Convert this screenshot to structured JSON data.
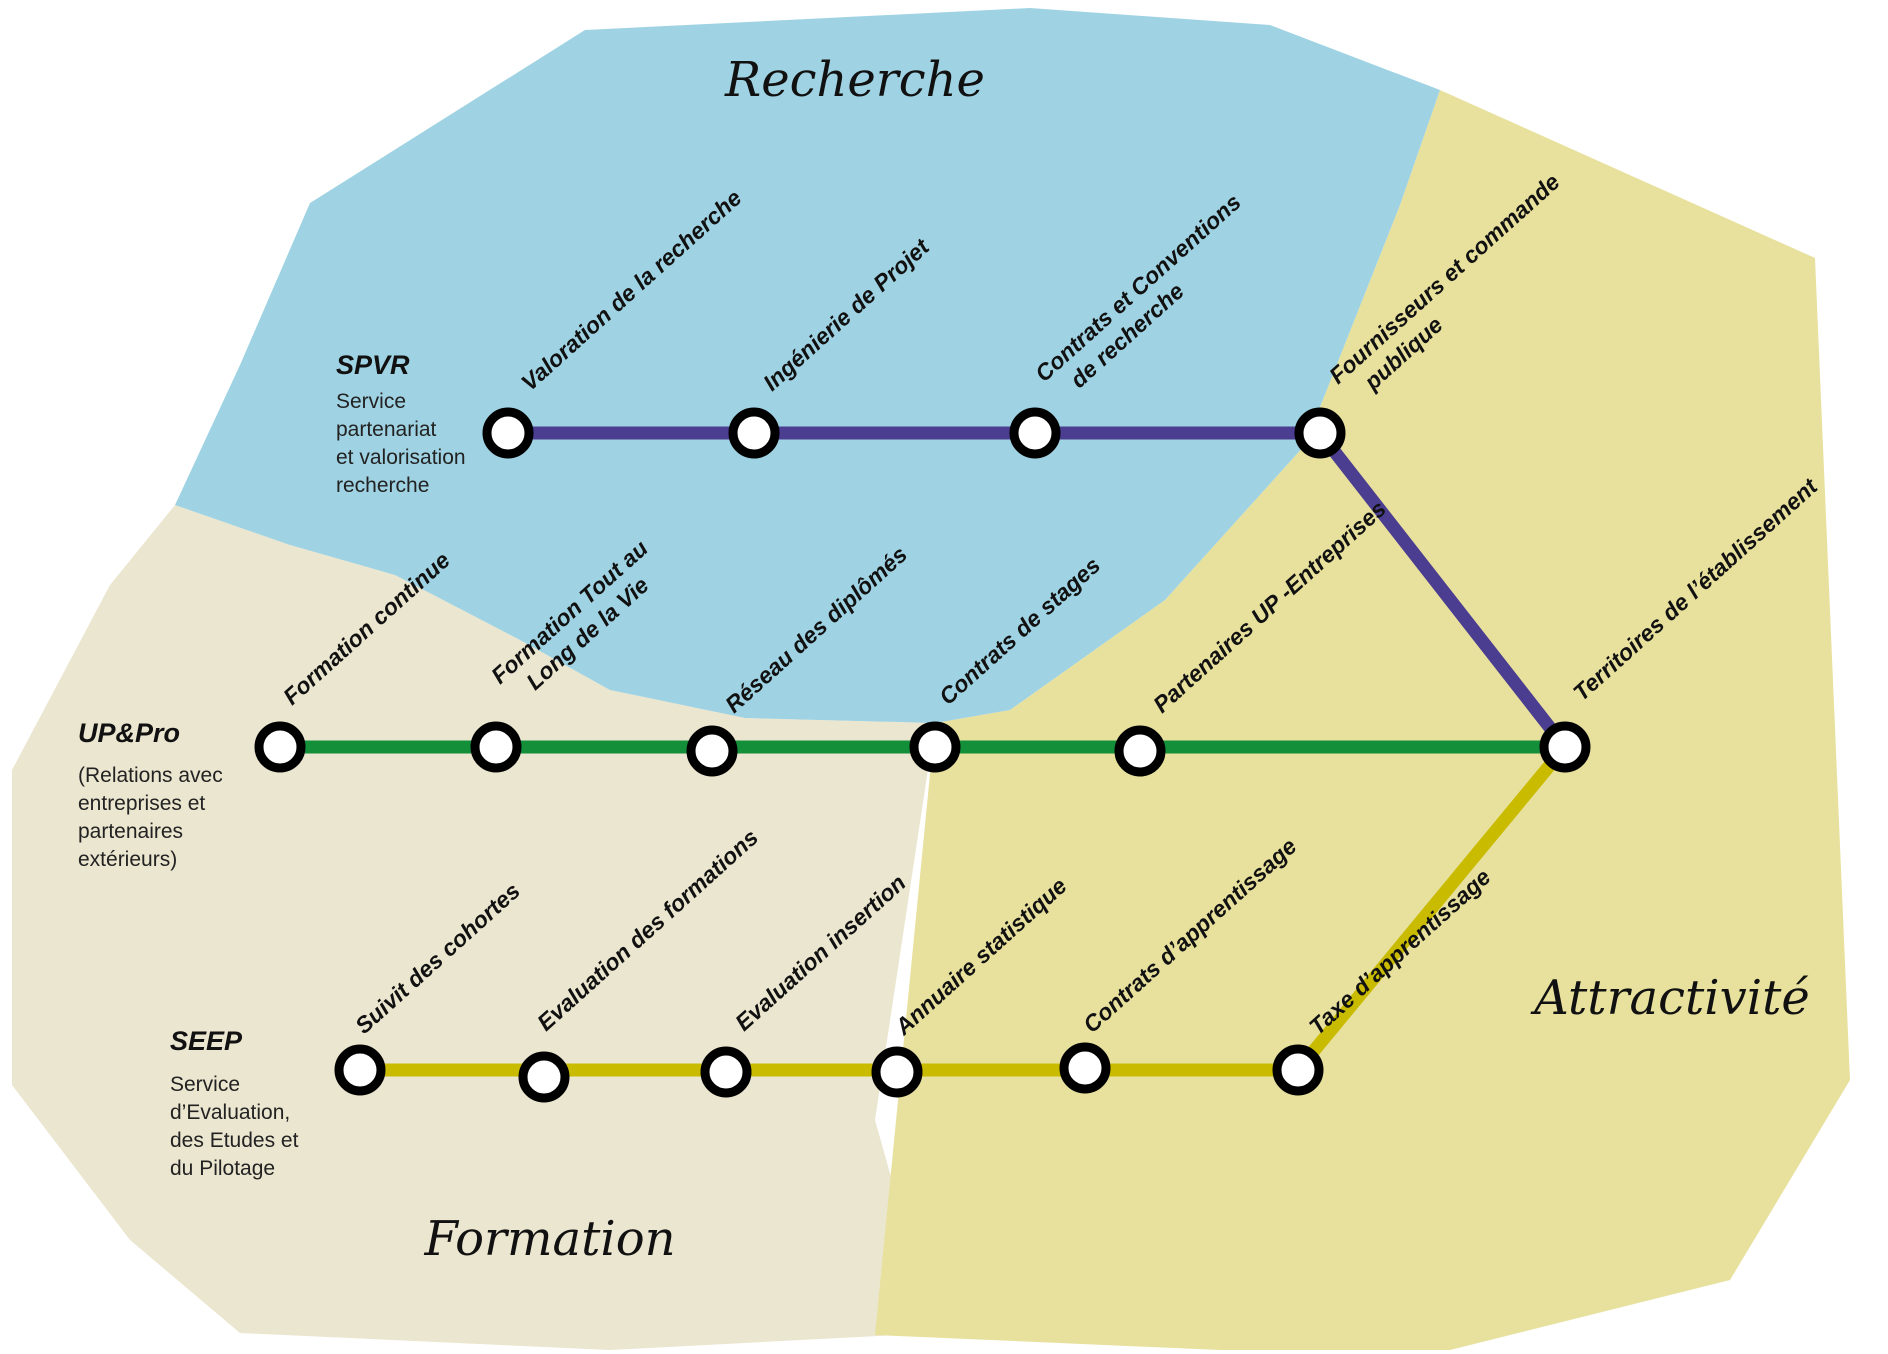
{
  "zones": {
    "recherche": {
      "title": "Recherche",
      "color": "#9fd3e3"
    },
    "formation": {
      "title": "Formation",
      "color": "#ebe6cf"
    },
    "attractivite": {
      "title": "Attractivité",
      "color": "#e8e19e"
    }
  },
  "lines": {
    "spvr": {
      "name": "SPVR",
      "description": [
        "Service",
        "partenariat",
        "et valorisation",
        "recherche"
      ],
      "color": "#4b3d8f",
      "stops": [
        {
          "label": [
            "Valoration de la recherche"
          ]
        },
        {
          "label": [
            "Ingénierie de Projet"
          ]
        },
        {
          "label": [
            "Contrats et Conventions",
            "de recherche"
          ]
        },
        {
          "label": [
            "Fournisseurs et commande",
            "publique"
          ]
        }
      ]
    },
    "uppro": {
      "name": "UP&Pro",
      "description": [
        "(Relations avec",
        "entreprises et",
        "partenaires",
        "extérieurs)"
      ],
      "color": "#138f3a",
      "stops": [
        {
          "label": [
            "Formation continue"
          ]
        },
        {
          "label": [
            "Formation Tout au",
            "Long de la Vie"
          ]
        },
        {
          "label": [
            "Réseau des diplômés"
          ]
        },
        {
          "label": [
            "Contrats de stages"
          ]
        },
        {
          "label": [
            "Partenaires UP -Entreprises"
          ]
        },
        {
          "label": [
            "Territoires de l’établissement"
          ]
        }
      ]
    },
    "seep": {
      "name": "SEEP",
      "description": [
        "Service",
        "d’Evaluation,",
        "des Etudes et",
        "du Pilotage"
      ],
      "color": "#c9bb00",
      "stops": [
        {
          "label": [
            "Suivit des cohortes"
          ]
        },
        {
          "label": [
            "Evaluation des formations"
          ]
        },
        {
          "label": [
            "Evaluation insertion"
          ]
        },
        {
          "label": [
            "Annuaire statistique"
          ]
        },
        {
          "label": [
            "Contrats d’apprentissage"
          ]
        },
        {
          "label": [
            "Taxe d’apprentissage"
          ]
        }
      ]
    }
  }
}
